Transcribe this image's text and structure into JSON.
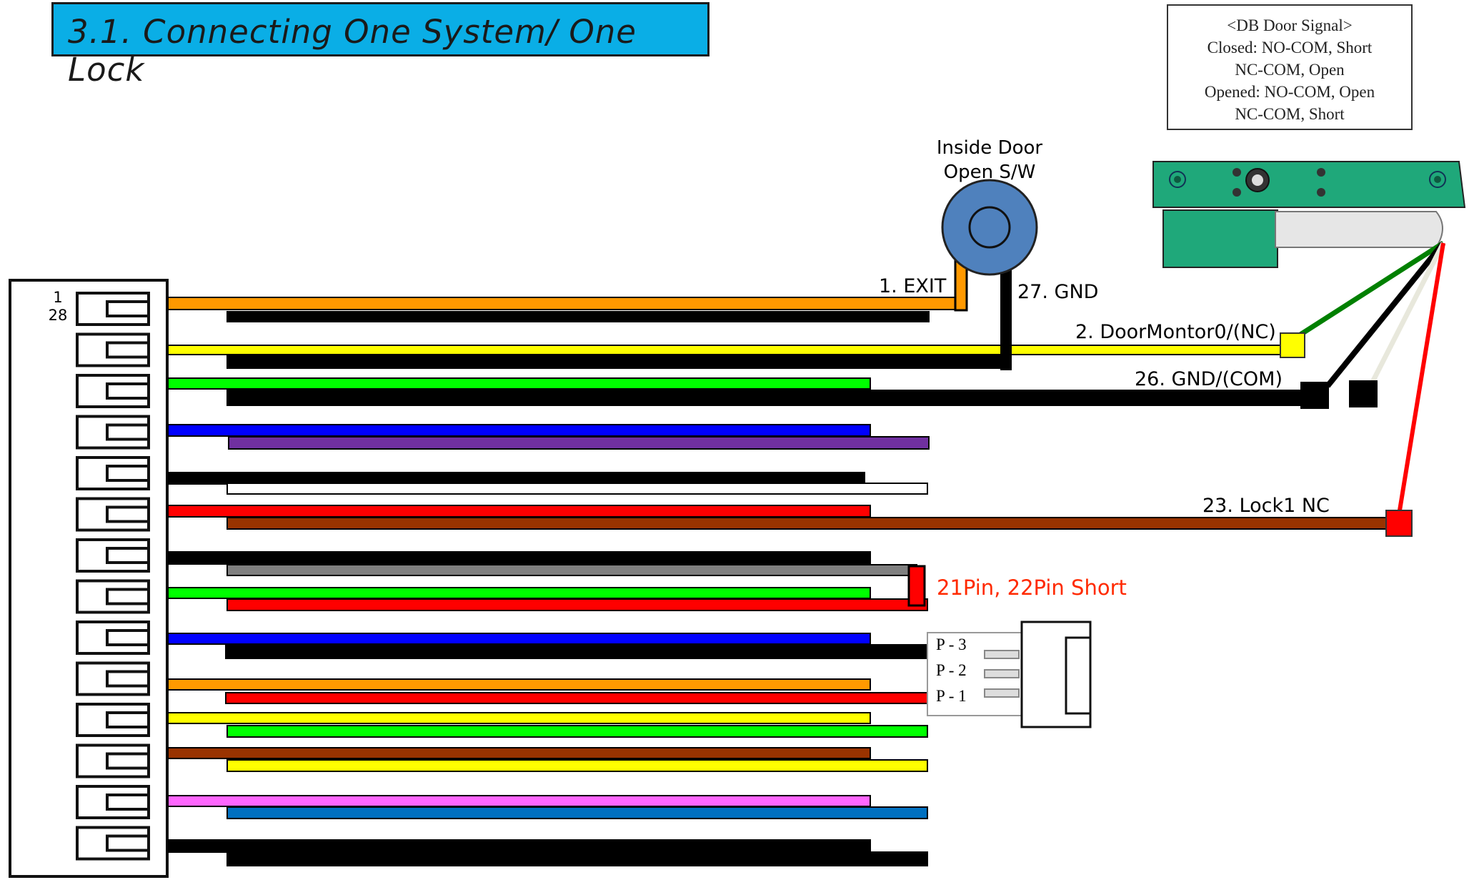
{
  "title": "3.1. Connecting One System/ One Lock",
  "signal_box": {
    "lines": [
      "<DB Door Signal>",
      "Closed: NO-COM, Short",
      "NC-COM, Open",
      "Opened: NO-COM, Open",
      "NC-COM, Short"
    ]
  },
  "switch_label": {
    "line1": "Inside Door",
    "line2": "Open S/W"
  },
  "terminal": {
    "pin_top": "1",
    "pin_bottom": "28",
    "slot_count": 14
  },
  "labels": {
    "exit": "1. EXIT",
    "gnd": "27. GND",
    "door_monitor": "2. DoorMontor0/(NC)",
    "gnd_com": "26. GND/(COM)",
    "lock": "23. Lock1 NC",
    "short": "21Pin, 22Pin Short"
  },
  "connector_pins": [
    "P - 3",
    "P - 2",
    "P - 1"
  ],
  "colors": {
    "orange": "#ff9900",
    "yellow": "#ffff00",
    "green": "#00ff00",
    "blue": "#0000ff",
    "purple": "#7030a0",
    "black": "#000000",
    "white": "#ffffff",
    "red": "#ff0000",
    "brown": "#993300",
    "gray": "#808080",
    "pink": "#ff66ff",
    "steelblue": "#0070c0",
    "title_bg": "#0aaee6",
    "short_label": "#ff2a00",
    "switch_blue": "#4f81bd",
    "sensor_green": "#1fa87a"
  }
}
